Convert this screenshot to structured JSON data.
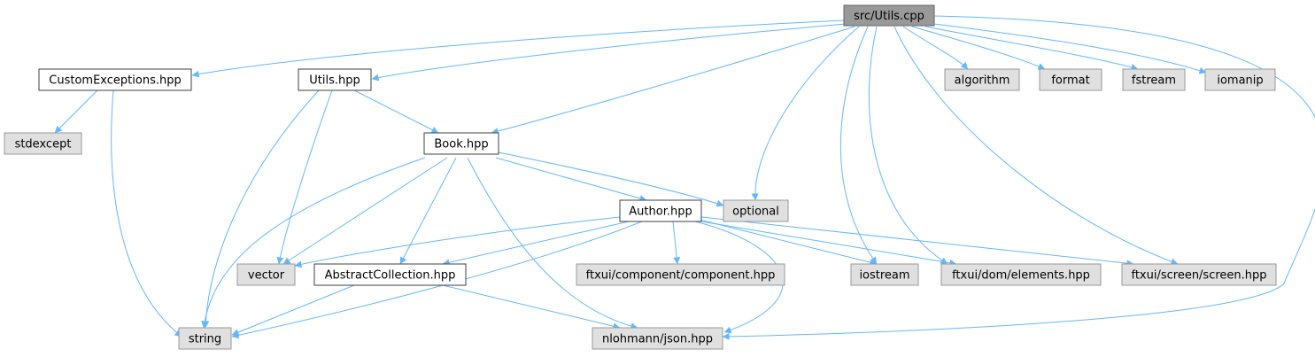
{
  "graph": {
    "colors": {
      "edge": "#63b8ff",
      "root_fill": "#999999",
      "root_stroke": "#666666",
      "project_fill": "#ffffff",
      "project_stroke": "#404040",
      "system_fill": "#e0e0e0",
      "system_stroke": "#999999"
    },
    "nodes": {
      "utils_cpp": {
        "label": "src/Utils.cpp",
        "kind": "root"
      },
      "custom_exceptions_hpp": {
        "label": "CustomExceptions.hpp",
        "kind": "project"
      },
      "utils_hpp": {
        "label": "Utils.hpp",
        "kind": "project"
      },
      "book_hpp": {
        "label": "Book.hpp",
        "kind": "project"
      },
      "author_hpp": {
        "label": "Author.hpp",
        "kind": "project"
      },
      "abstract_collection_hpp": {
        "label": "AbstractCollection.hpp",
        "kind": "project"
      },
      "stdexcept": {
        "label": "stdexcept",
        "kind": "system"
      },
      "string": {
        "label": "string",
        "kind": "system"
      },
      "vector": {
        "label": "vector",
        "kind": "system"
      },
      "optional": {
        "label": "optional",
        "kind": "system"
      },
      "algorithm": {
        "label": "algorithm",
        "kind": "system"
      },
      "format": {
        "label": "format",
        "kind": "system"
      },
      "fstream": {
        "label": "fstream",
        "kind": "system"
      },
      "iomanip": {
        "label": "iomanip",
        "kind": "system"
      },
      "iostream": {
        "label": "iostream",
        "kind": "system"
      },
      "ftxui_component": {
        "label": "ftxui/component/component.hpp",
        "kind": "system"
      },
      "ftxui_dom_elements": {
        "label": "ftxui/dom/elements.hpp",
        "kind": "system"
      },
      "ftxui_screen": {
        "label": "ftxui/screen/screen.hpp",
        "kind": "system"
      },
      "nlohmann_json": {
        "label": "nlohmann/json.hpp",
        "kind": "system"
      }
    },
    "edges": [
      [
        "utils_cpp",
        "custom_exceptions_hpp"
      ],
      [
        "utils_cpp",
        "utils_hpp"
      ],
      [
        "utils_cpp",
        "book_hpp"
      ],
      [
        "utils_cpp",
        "optional"
      ],
      [
        "utils_cpp",
        "iostream"
      ],
      [
        "utils_cpp",
        "ftxui_dom_elements"
      ],
      [
        "utils_cpp",
        "ftxui_screen"
      ],
      [
        "utils_cpp",
        "algorithm"
      ],
      [
        "utils_cpp",
        "format"
      ],
      [
        "utils_cpp",
        "fstream"
      ],
      [
        "utils_cpp",
        "iomanip"
      ],
      [
        "utils_cpp",
        "nlohmann_json"
      ],
      [
        "custom_exceptions_hpp",
        "stdexcept"
      ],
      [
        "custom_exceptions_hpp",
        "string"
      ],
      [
        "utils_hpp",
        "book_hpp"
      ],
      [
        "utils_hpp",
        "string"
      ],
      [
        "utils_hpp",
        "vector"
      ],
      [
        "book_hpp",
        "author_hpp"
      ],
      [
        "book_hpp",
        "optional"
      ],
      [
        "book_hpp",
        "string"
      ],
      [
        "book_hpp",
        "vector"
      ],
      [
        "book_hpp",
        "abstract_collection_hpp"
      ],
      [
        "book_hpp",
        "nlohmann_json"
      ],
      [
        "author_hpp",
        "vector"
      ],
      [
        "author_hpp",
        "abstract_collection_hpp"
      ],
      [
        "author_hpp",
        "string"
      ],
      [
        "author_hpp",
        "ftxui_component"
      ],
      [
        "author_hpp",
        "iostream"
      ],
      [
        "author_hpp",
        "ftxui_dom_elements"
      ],
      [
        "author_hpp",
        "ftxui_screen"
      ],
      [
        "author_hpp",
        "nlohmann_json"
      ],
      [
        "abstract_collection_hpp",
        "string"
      ],
      [
        "abstract_collection_hpp",
        "nlohmann_json"
      ]
    ]
  }
}
